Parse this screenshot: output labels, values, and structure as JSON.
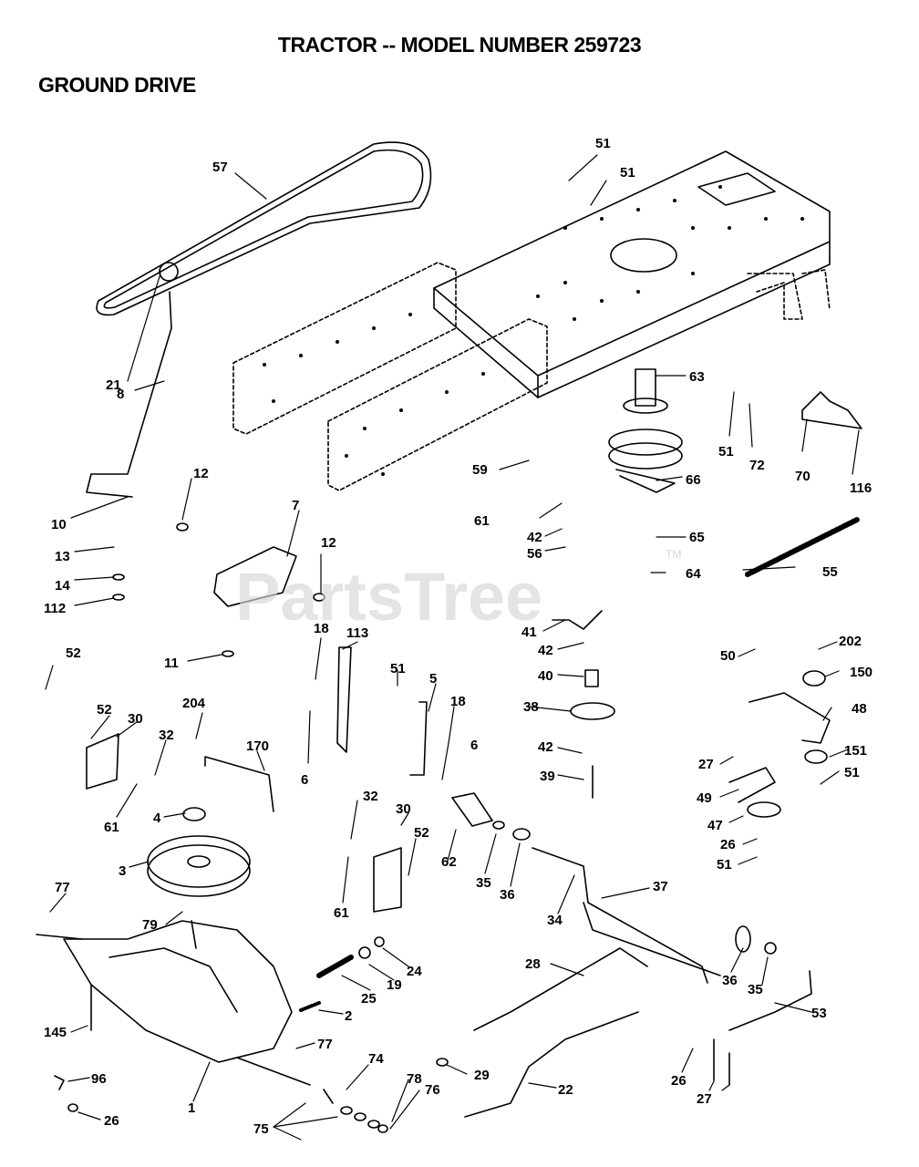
{
  "page": {
    "title_prefix": "TRACTOR -- MODEL NUMBER ",
    "model_number": "259723",
    "section": "GROUND DRIVE"
  },
  "watermark": {
    "text": "PartsTree",
    "trademark": "TM"
  },
  "callouts": [
    {
      "id": "57-a",
      "label": "57"
    },
    {
      "id": "51-a",
      "label": "51"
    },
    {
      "id": "51-b",
      "label": "51"
    },
    {
      "id": "21",
      "label": "21"
    },
    {
      "id": "8",
      "label": "8"
    },
    {
      "id": "63",
      "label": "63"
    },
    {
      "id": "51-c",
      "label": "51"
    },
    {
      "id": "72",
      "label": "72"
    },
    {
      "id": "70",
      "label": "70"
    },
    {
      "id": "116",
      "label": "116"
    },
    {
      "id": "59",
      "label": "59"
    },
    {
      "id": "66",
      "label": "66"
    },
    {
      "id": "10",
      "label": "10"
    },
    {
      "id": "12-a",
      "label": "12"
    },
    {
      "id": "61-a",
      "label": "61"
    },
    {
      "id": "7",
      "label": "7"
    },
    {
      "id": "42-a",
      "label": "42"
    },
    {
      "id": "65",
      "label": "65"
    },
    {
      "id": "13",
      "label": "13"
    },
    {
      "id": "12-b",
      "label": "12"
    },
    {
      "id": "56",
      "label": "56"
    },
    {
      "id": "55",
      "label": "55"
    },
    {
      "id": "14",
      "label": "14"
    },
    {
      "id": "64",
      "label": "64"
    },
    {
      "id": "112",
      "label": "112"
    },
    {
      "id": "41",
      "label": "41"
    },
    {
      "id": "18-a",
      "label": "18"
    },
    {
      "id": "113",
      "label": "113"
    },
    {
      "id": "42-b",
      "label": "42"
    },
    {
      "id": "52-a",
      "label": "52"
    },
    {
      "id": "50",
      "label": "50"
    },
    {
      "id": "202",
      "label": "202"
    },
    {
      "id": "11",
      "label": "11"
    },
    {
      "id": "51-d",
      "label": "51"
    },
    {
      "id": "5",
      "label": "5"
    },
    {
      "id": "40",
      "label": "40"
    },
    {
      "id": "150",
      "label": "150"
    },
    {
      "id": "204",
      "label": "204"
    },
    {
      "id": "18-b",
      "label": "18"
    },
    {
      "id": "38",
      "label": "38"
    },
    {
      "id": "48",
      "label": "48"
    },
    {
      "id": "52-b",
      "label": "52"
    },
    {
      "id": "30-a",
      "label": "30"
    },
    {
      "id": "32-a",
      "label": "32"
    },
    {
      "id": "170",
      "label": "170"
    },
    {
      "id": "42-c",
      "label": "42"
    },
    {
      "id": "6-a",
      "label": "6"
    },
    {
      "id": "27-a",
      "label": "27"
    },
    {
      "id": "151",
      "label": "151"
    },
    {
      "id": "6-b",
      "label": "6"
    },
    {
      "id": "39",
      "label": "39"
    },
    {
      "id": "51-e",
      "label": "51"
    },
    {
      "id": "61-b",
      "label": "61"
    },
    {
      "id": "49",
      "label": "49"
    },
    {
      "id": "32-b",
      "label": "32"
    },
    {
      "id": "30-b",
      "label": "30"
    },
    {
      "id": "4",
      "label": "4"
    },
    {
      "id": "47",
      "label": "47"
    },
    {
      "id": "52-c",
      "label": "52"
    },
    {
      "id": "26-a",
      "label": "26"
    },
    {
      "id": "51-f",
      "label": "51"
    },
    {
      "id": "3",
      "label": "3"
    },
    {
      "id": "62",
      "label": "62"
    },
    {
      "id": "35-a",
      "label": "35"
    },
    {
      "id": "61-c",
      "label": "61"
    },
    {
      "id": "36-a",
      "label": "36"
    },
    {
      "id": "37",
      "label": "37"
    },
    {
      "id": "77-a",
      "label": "77"
    },
    {
      "id": "34",
      "label": "34"
    },
    {
      "id": "79",
      "label": "79"
    },
    {
      "id": "24",
      "label": "24"
    },
    {
      "id": "28",
      "label": "28"
    },
    {
      "id": "25",
      "label": "25"
    },
    {
      "id": "19",
      "label": "19"
    },
    {
      "id": "36-b",
      "label": "36"
    },
    {
      "id": "35-b",
      "label": "35"
    },
    {
      "id": "2",
      "label": "2"
    },
    {
      "id": "53",
      "label": "53"
    },
    {
      "id": "145",
      "label": "145"
    },
    {
      "id": "77-b",
      "label": "77"
    },
    {
      "id": "74",
      "label": "74"
    },
    {
      "id": "29",
      "label": "29"
    },
    {
      "id": "26-b",
      "label": "26"
    },
    {
      "id": "96",
      "label": "96"
    },
    {
      "id": "78",
      "label": "78"
    },
    {
      "id": "76",
      "label": "76"
    },
    {
      "id": "22",
      "label": "22"
    },
    {
      "id": "27-b",
      "label": "27"
    },
    {
      "id": "1",
      "label": "1"
    },
    {
      "id": "26-c",
      "label": "26"
    },
    {
      "id": "75",
      "label": "75"
    }
  ]
}
